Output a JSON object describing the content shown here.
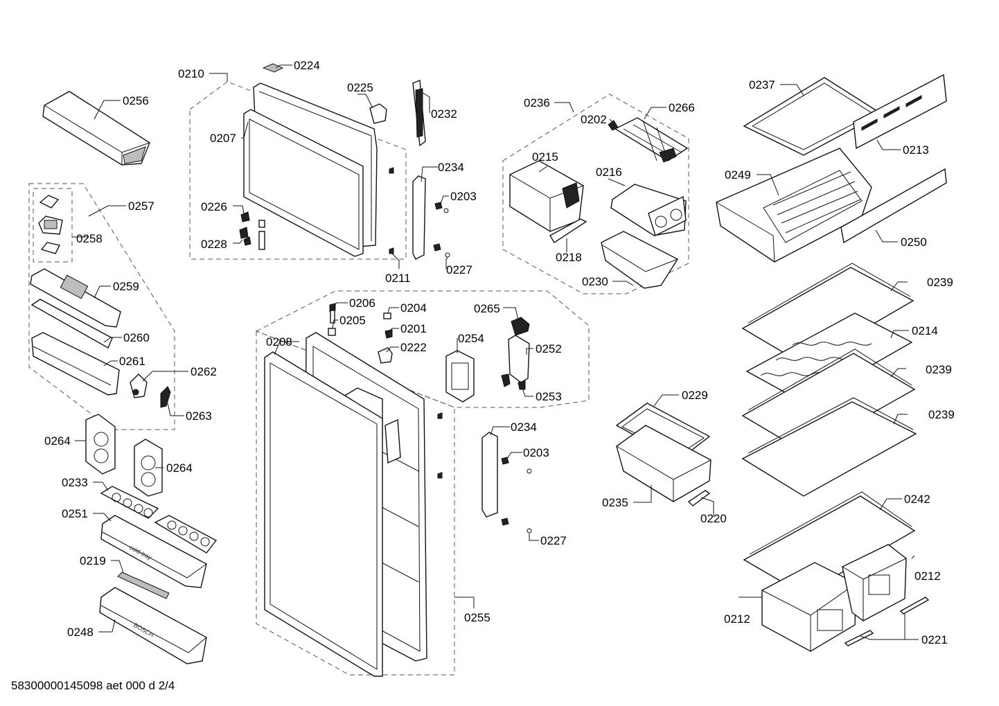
{
  "document_id": "58300000145098 aet 000 d 2/4",
  "imprints": {
    "cold_tray": "cold-tray",
    "brand": "BOSCH"
  },
  "callouts": {
    "p0256": "0256",
    "p0257": "0257",
    "p0258": "0258",
    "p0259": "0259",
    "p0260": "0260",
    "p0261": "0261",
    "p0262": "0262",
    "p0263": "0263",
    "p0264a": "0264",
    "p0264b": "0264",
    "p0233": "0233",
    "p0251": "0251",
    "p0219": "0219",
    "p0248": "0248",
    "p0210": "0210",
    "p0224": "0224",
    "p0225": "0225",
    "p0232": "0232",
    "p0207": "0207",
    "p0234a": "0234",
    "p0203a": "0203",
    "p0226": "0226",
    "p0228": "0228",
    "p0211": "0211",
    "p0227a": "0227",
    "p0206": "0206",
    "p0204": "0204",
    "p0205": "0205",
    "p0201": "0201",
    "p0222": "0222",
    "p0208": "0208",
    "p0265": "0265",
    "p0254": "0254",
    "p0252": "0252",
    "p0253": "0253",
    "p0234b": "0234",
    "p0203b": "0203",
    "p0227b": "0227",
    "p0255": "0255",
    "p0236": "0236",
    "p0202": "0202",
    "p0266": "0266",
    "p0215": "0215",
    "p0216": "0216",
    "p0218": "0218",
    "p0230": "0230",
    "p0229": "0229",
    "p0235": "0235",
    "p0220": "0220",
    "p0237": "0237",
    "p0213": "0213",
    "p0249": "0249",
    "p0250": "0250",
    "p0239a": "0239",
    "p0214": "0214",
    "p0239b": "0239",
    "p0239c": "0239",
    "p0242": "0242",
    "p0212a": "0212",
    "p0212b": "0212",
    "p0221": "0221"
  }
}
